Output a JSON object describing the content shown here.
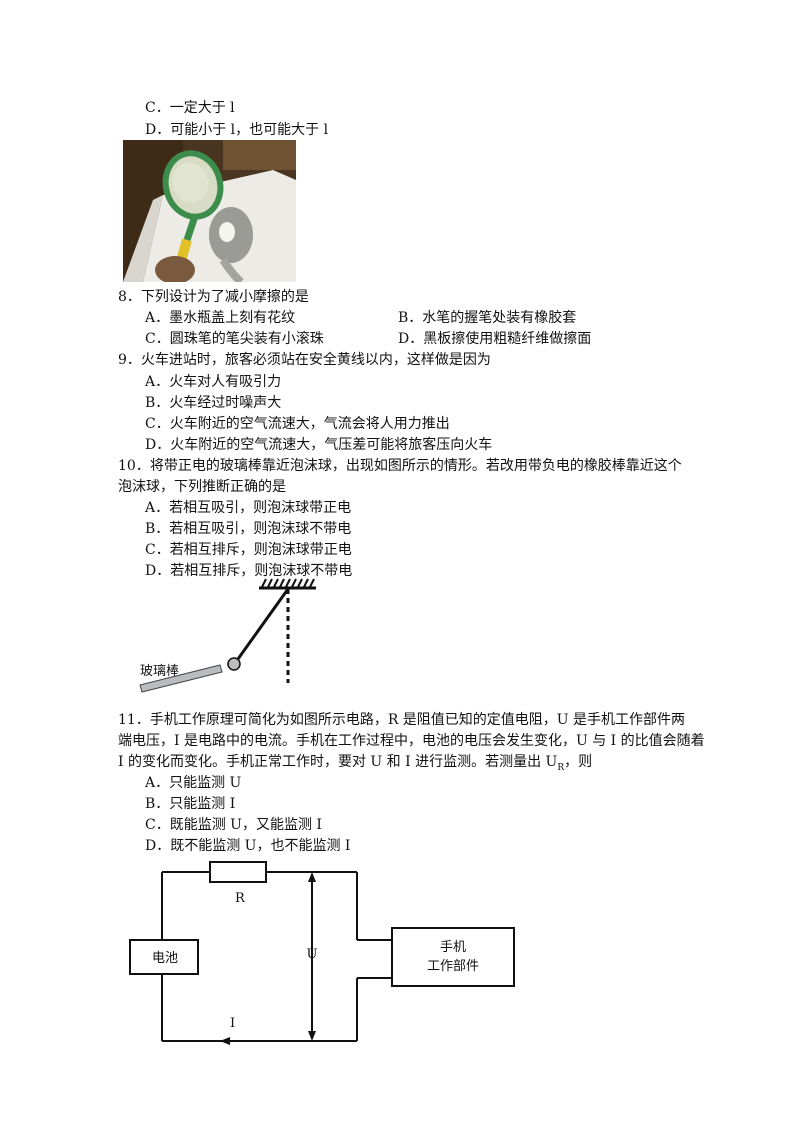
{
  "q7": {
    "optC": "C．一定大于 l",
    "optD": "D．可能小于 l，也可能大于 l"
  },
  "q8": {
    "stem": "8．下列设计为了减小摩擦的是",
    "optA": "A．墨水瓶盖上刻有花纹",
    "optB": "B．水笔的握笔处装有橡胶套",
    "optC": "C．圆珠笔的笔尖装有小滚珠",
    "optD": "D．黑板擦使用粗糙纤维做擦面"
  },
  "q9": {
    "stem": "9．火车进站时，旅客必须站在安全黄线以内，这样做是因为",
    "optA": "A．火车对人有吸引力",
    "optB": "B．火车经过时噪声大",
    "optC": "C．火车附近的空气流速大，气流会将人用力推出",
    "optD": "D．火车附近的空气流速大，气压差可能将旅客压向火车"
  },
  "q10": {
    "stem1": "10．将带正电的玻璃棒靠近泡沫球，出现如图所示的情形。若改用带负电的橡胶棒靠近这个",
    "stem2": "泡沫球，下列推断正确的是",
    "optA": "A．若相互吸引，则泡沫球带正电",
    "optB": "B．若相互吸引，则泡沫球不带电",
    "optC": "C．若相互排斥，则泡沫球带正电",
    "optD": "D．若相互排斥，则泡沫球不带电",
    "rod_label": "玻璃棒"
  },
  "q11": {
    "stem1": "11．手机工作原理可简化为如图所示电路，R 是阻值已知的定值电阻，U 是手机工作部件两",
    "stem2": "端电压，I 是电路中的电流。手机在工作过程中，电池的电压会发生变化，U 与 I 的比值会随着",
    "stem3": "I 的变化而变化。手机正常工作时，要对 U 和 I 进行监测。若测量出 U",
    "stem3_sub": "R",
    "stem3_end": "，则",
    "optA": "A．只能监测 U",
    "optB": "B．只能监测 I",
    "optC": "C．既能监测 U，又能监测 I",
    "optD": "D．既不能监测 U，也不能监测 I",
    "circuit": {
      "resistor": "R",
      "battery": "电池",
      "voltage": "U",
      "current": "I",
      "device_line1": "手机",
      "device_line2": "工作部件"
    }
  }
}
